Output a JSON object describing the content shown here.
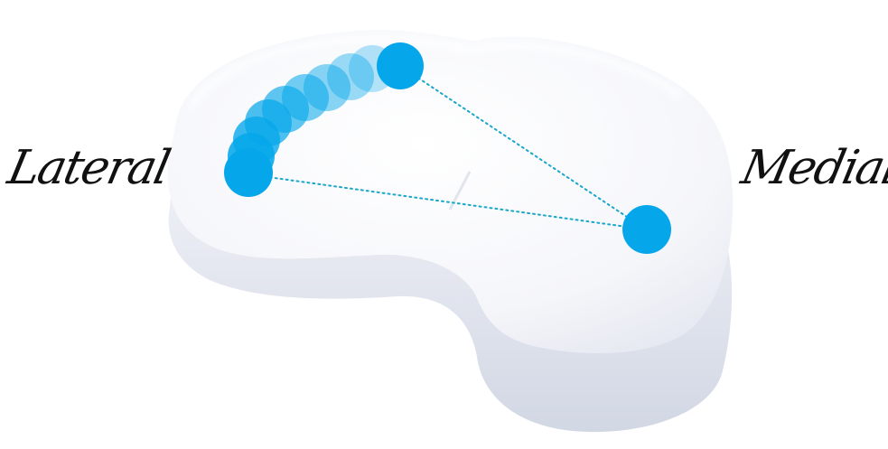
{
  "labels": {
    "lateral": "Lateral",
    "medial": "Medial"
  },
  "colors": {
    "point": "#06a7ea",
    "connector": "#1aa7c9",
    "implant_top": "#f7f8fc",
    "implant_side": "#dfe3ee"
  },
  "points": {
    "lateral_trail_count": 8,
    "icons": [
      "lateral-contact-point",
      "lateral-pivot-point",
      "medial-pivot-point"
    ]
  }
}
